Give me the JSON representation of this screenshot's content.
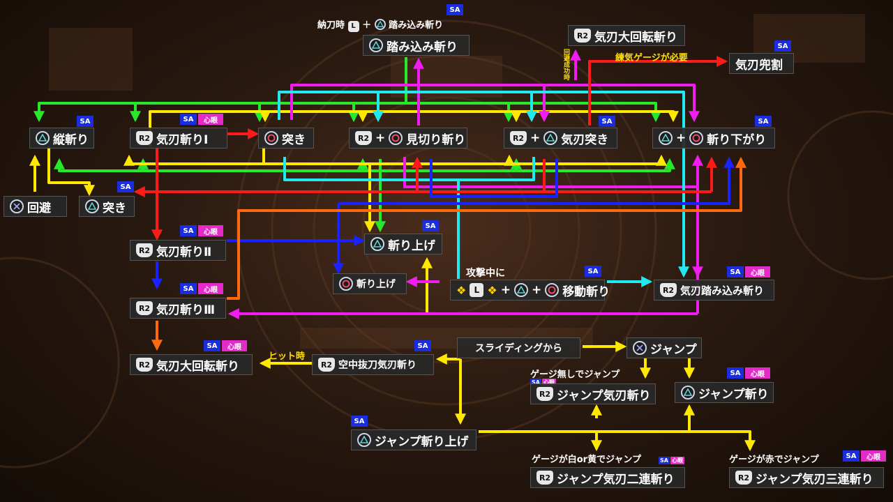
{
  "colors": {
    "green": "#27e82a",
    "yellow": "#ffe800",
    "magenta": "#f11cf0",
    "cyan": "#22e8f0",
    "red": "#ff1a1a",
    "blue": "#1a22ff",
    "orange": "#ff6a10",
    "sa_badge": "#1a2ee0",
    "shingan_badge": "#e32bc7"
  },
  "badges": {
    "sa": "SA",
    "shingan": "心眼"
  },
  "nodes": {
    "vertical_slash": {
      "text": "縦斬り",
      "icons": [
        "triangle-icon"
      ]
    },
    "spirit_blade_1": {
      "text": "気刃斬りⅠ",
      "icons": [
        "r2-icon"
      ]
    },
    "thrust_top": {
      "text": "突き",
      "icons": [
        "circle-icon"
      ]
    },
    "foresight_slash": {
      "text": "見切り斬り",
      "icons": [
        "r2-icon",
        "circle-icon"
      ],
      "op": "+"
    },
    "spirit_thrust": {
      "text": "気刃突き",
      "icons": [
        "r2-icon",
        "triangle-icon"
      ],
      "op": "+"
    },
    "downward_slash": {
      "text": "斬り下がり",
      "icons": [
        "triangle-icon",
        "circle-icon"
      ],
      "op": "+"
    },
    "evade": {
      "text": "回避",
      "icons": [
        "cross-icon"
      ]
    },
    "thrust_left": {
      "text": "突き",
      "icons": [
        "triangle-icon"
      ]
    },
    "spirit_blade_2": {
      "text": "気刃斬りⅡ",
      "icons": [
        "r2-icon"
      ]
    },
    "rising_slash_tri": {
      "text": "斬り上げ",
      "icons": [
        "triangle-icon"
      ]
    },
    "rising_slash_circ": {
      "text": "斬り上げ",
      "icons": [
        "circle-icon"
      ]
    },
    "spirit_blade_3": {
      "text": "気刃斬りⅢ",
      "icons": [
        "r2-icon"
      ]
    },
    "move_slash": {
      "text": "移動斬り",
      "icons": [
        "spark-icon",
        "l-icon",
        "spark-icon",
        "triangle-icon",
        "circle-icon"
      ],
      "ops": [
        "+",
        "+"
      ]
    },
    "spirit_step_slash": {
      "text": "気刃踏み込み斬り",
      "icons": [
        "r2-icon"
      ]
    },
    "spirit_roundslash_bottom": {
      "text": "気刃大回転斬り",
      "icons": [
        "r2-icon"
      ]
    },
    "aerial_iai": {
      "text": "空中抜刀気刃斬り",
      "icons": [
        "r2-icon"
      ]
    },
    "jump": {
      "text": "ジャンプ",
      "icons": [
        "cross-icon"
      ]
    },
    "jump_spirit_slash": {
      "text": "ジャンプ気刃斬り",
      "icons": [
        "r2-icon"
      ]
    },
    "jump_slash": {
      "text": "ジャンプ斬り",
      "icons": [
        "triangle-icon"
      ]
    },
    "jump_rising_slash": {
      "text": "ジャンプ斬り上げ",
      "icons": [
        "triangle-icon"
      ]
    },
    "jump_spirit_double": {
      "text": "ジャンプ気刃二連斬り",
      "icons": [
        "r2-icon"
      ]
    },
    "jump_spirit_triple": {
      "text": "ジャンプ気刃三連斬り",
      "icons": [
        "r2-icon"
      ]
    },
    "step_slash": {
      "text": "踏み込み斬り",
      "icons": [
        "triangle-icon"
      ]
    },
    "spirit_roundslash_top": {
      "text": "気刃大回転斬り",
      "icons": [
        "r2-icon"
      ]
    },
    "spirit_helm_breaker": {
      "text": "気刃兜割",
      "icons": []
    },
    "from_sliding": {
      "text": "スライディングから",
      "icons": []
    }
  },
  "labels": {
    "sheathe_prefix": "納刀時",
    "sheathe_combo": "踏み込み斬り",
    "spirit_gauge_required": "練気ゲージが必要",
    "on_evade_success": "回避成功時",
    "during_attack": "攻撃中に",
    "on_hit": "ヒット時",
    "jump_no_gauge": "ゲージ無しでジャンプ",
    "jump_white_yellow": "ゲージが白or黄でジャンプ",
    "jump_red": "ゲージが赤でジャンプ"
  }
}
